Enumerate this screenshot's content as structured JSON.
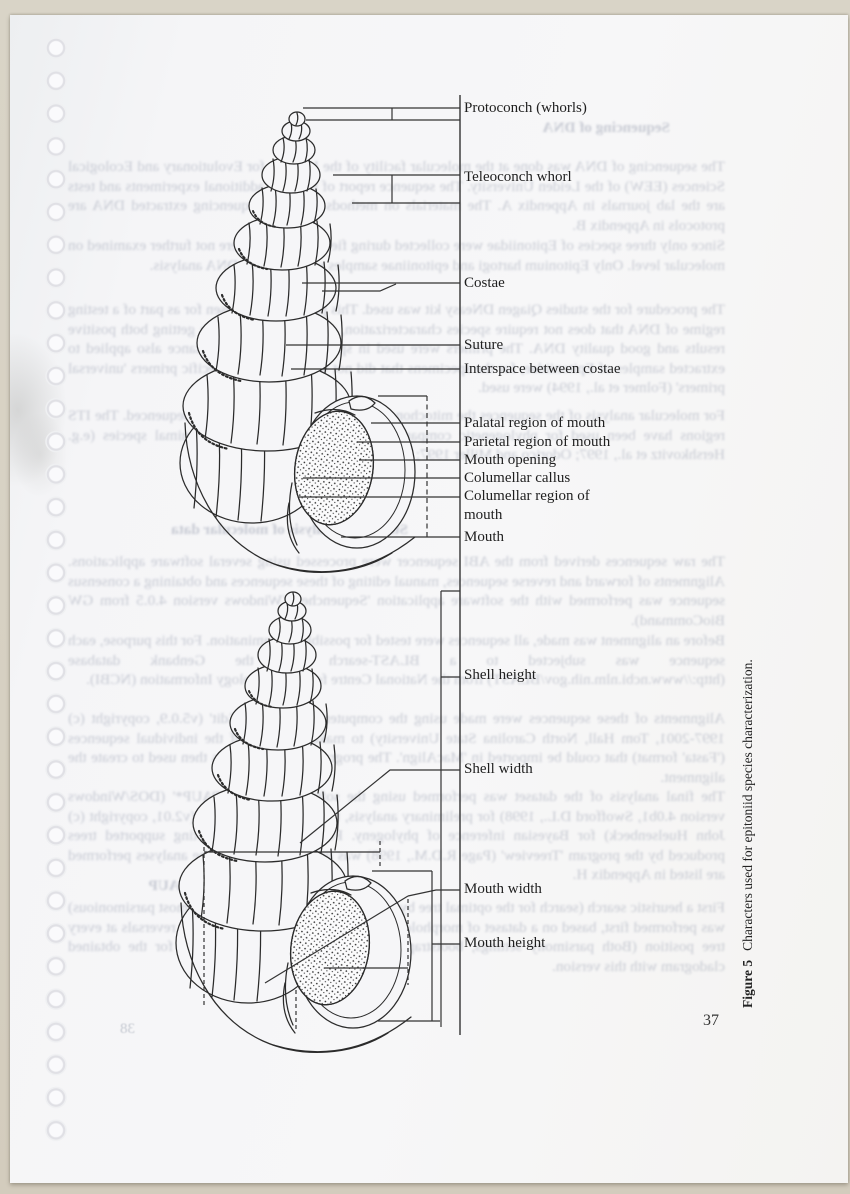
{
  "page": {
    "number": "37",
    "bleedthrough_page_number": "38"
  },
  "figure": {
    "caption_label": "Figure 5",
    "caption_text": "Characters used for epitoniid species characterization.",
    "labels": {
      "protoconch": "Protoconch (whorls)",
      "teleoconch": "Teleoconch whorl",
      "costae": "Costae",
      "suture": "Suture",
      "interspace": "Interspace between costae",
      "palatal": "Palatal region of mouth",
      "parietal": "Parietal region of mouth",
      "mouth_opening": "Mouth opening",
      "columellar_callus": "Columellar callus",
      "columellar_region": "Columellar region of mouth",
      "mouth": "Mouth",
      "shell_height": "Shell height",
      "shell_width": "Shell width",
      "mouth_width": "Mouth width",
      "mouth_height": "Mouth height"
    }
  },
  "bleedthrough": {
    "b1": "Sequencing of DNA",
    "b2": "The sequencing of DNA was done at the molecular facility of the Institute for Evolutionary and Ecological Sciences (EEW) of the Leiden University. The sequence report of relevant additional experiments and tests are the lab journals in Appendix A. The materials on methods used for sequencing extracted DNA are protocols in Appendix B.",
    "b3": "Since only three species of Epitoniidae were collected during fieldwork these were not further examined on molecular level. Only Epitonium hartogi and epitoniinae samples were used for DNA analysis.",
    "b4": "The procedure for the studies Qiagen DNeasy kit was used. This procedure is chosen for as part of a testing regime of DNA that does not require species characterization, that should do well in getting both positive results and good quality DNA. The primers were used in species markers that instance also applied to extracted samples of Epitoniidae, for the specimens that did not work with their specific primers 'universal primers' (Folmer et al., 1994) were used.",
    "b5": "For molecular analysis of the sequences the mitochondrial ITS1-5.8S-ITS2 region was sequenced. The ITS regions have been used for phylogenetic comparison on a variety of plant and animal species (e.g. Hershkovitz et al., 1997; Odorico and Miller 1997; Van Oppen et al., 2000).",
    "b6": "Statistical analysis of molecular data",
    "b7": "The raw sequences derived from the ABI sequencer were processed using several software applications. Alignments of forward and reverse sequences, manual editing of these sequences and obtaining a consensus sequence was performed with the software application 'Sequencher' (Windows version 4.0.5 from GW BioCommand).",
    "b8": "Before an alignment was made, all sequences were tested for possible contamination. For this purpose, each sequence was subjected to a BLAST-search on the Genbank database (http://www.ncbi.nlm.nih.gov/BLAST) from the National Centre for Biotechnology Information (NCBI).",
    "b9": "Alignments of these sequences were made using the computer package 'BioEdit' (v5.0.9, copyright (c) 1997-2001, Tom Hall, North Carolina State University) to make a dataset of the individual sequences ('Fasta' format) that could be imported in 'MacAlign'. The program 'MacAlign' was then used to create the alignment.",
    "b10": "The final analysis of the dataset was performed using the software package 'PAUP*' (DOS/Windows version 4.0b1, Swofford D.L., 1998) for preliminary analysis, the program 'MrBayes' (v2.01, copyright (c) John Huelsenbeck) for Bayesian inference of phylogeny. For editing and exporting supported trees produced by the program 'Treeview' (Page R.D.M., 1998) was used. Protocols for the analyses performed are listed in Appendix H.",
    "b11": "PAUP",
    "b12": "First a heuristic search (search for the optimal tree by branch swapping and keeping the most parsimonious) was performed first, based on a dataset of morphological characters and that allowed for reversals at every tree position (Both parsimony settings, bootstrap and Jackknife analyses was done for the obtained cladogram with this version."
  }
}
